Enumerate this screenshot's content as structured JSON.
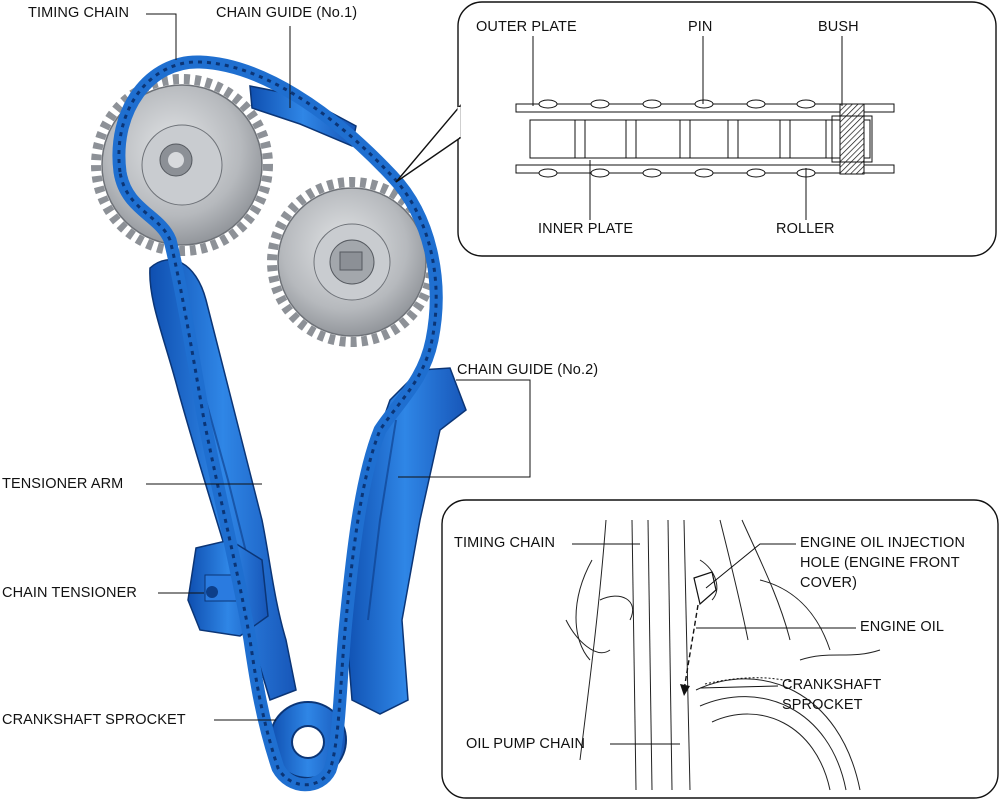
{
  "main_labels": {
    "timing_chain": "TIMING CHAIN",
    "chain_guide_1": "CHAIN GUIDE (No.1)",
    "chain_guide_2": "CHAIN GUIDE (No.2)",
    "tensioner_arm": "TENSIONER ARM",
    "chain_tensioner": "CHAIN TENSIONER",
    "crankshaft_sprocket": "CRANKSHAFT SPROCKET"
  },
  "chain_detail": {
    "outer_plate": "OUTER PLATE",
    "pin": "PIN",
    "bush": "BUSH",
    "inner_plate": "INNER PLATE",
    "roller": "ROLLER"
  },
  "oil_detail": {
    "timing_chain": "TIMING CHAIN",
    "injection_hole_line1": "ENGINE OIL INJECTION",
    "injection_hole_line2": "HOLE (ENGINE FRONT",
    "injection_hole_line3": "COVER)",
    "engine_oil": "ENGINE OIL",
    "crankshaft_sprocket_line1": "CRANKSHAFT",
    "crankshaft_sprocket_line2": "SPROCKET",
    "oil_pump_chain": "OIL PUMP CHAIN"
  },
  "colors": {
    "chain_blue": "#1f6fd0",
    "chain_dark": "#0d3f8a",
    "sprocket_gray": "#b9bcc0",
    "line": "#111111"
  }
}
